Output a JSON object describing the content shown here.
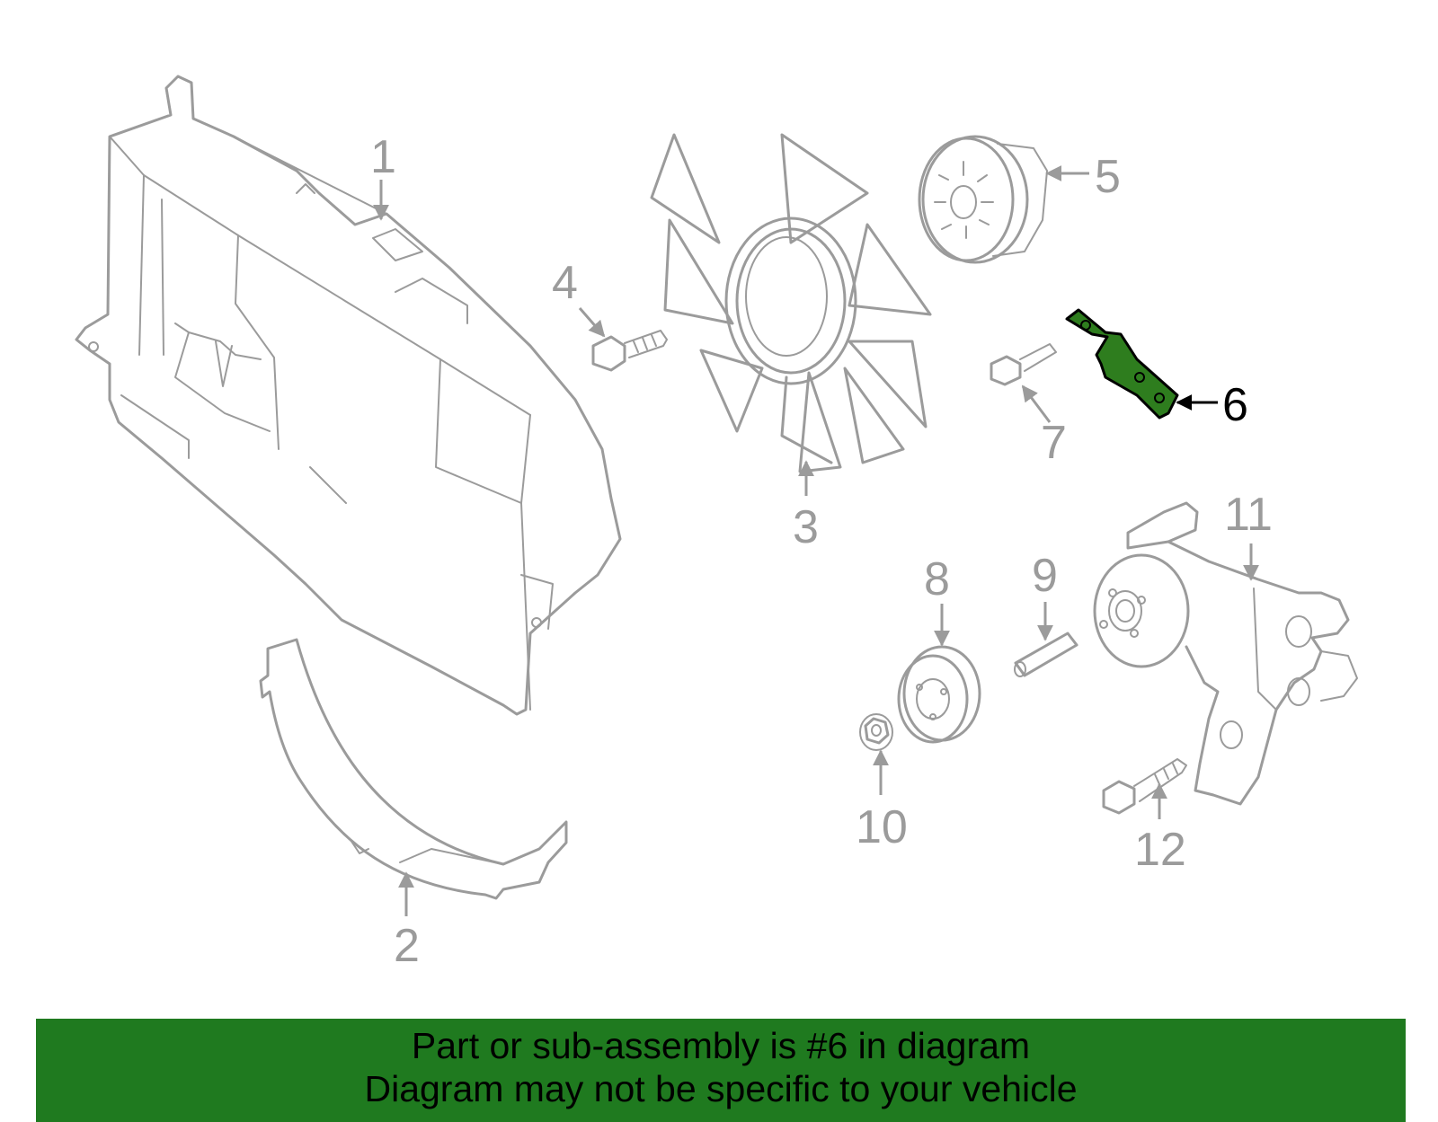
{
  "callouts": {
    "c1": "1",
    "c2": "2",
    "c3": "3",
    "c4": "4",
    "c5": "5",
    "c6": "6",
    "c7": "7",
    "c8": "8",
    "c9": "9",
    "c10": "10",
    "c11": "11",
    "c12": "12"
  },
  "highlight": {
    "part_number": "6",
    "fill_color": "#2e7d1e",
    "line_color": "#000000"
  },
  "colors": {
    "part_outline": "#9b9b9b",
    "banner_bg": "#1f7a1f"
  },
  "banner": {
    "line1": "Part or sub-assembly is #6 in diagram",
    "line2": "Diagram may not be specific to your vehicle"
  }
}
